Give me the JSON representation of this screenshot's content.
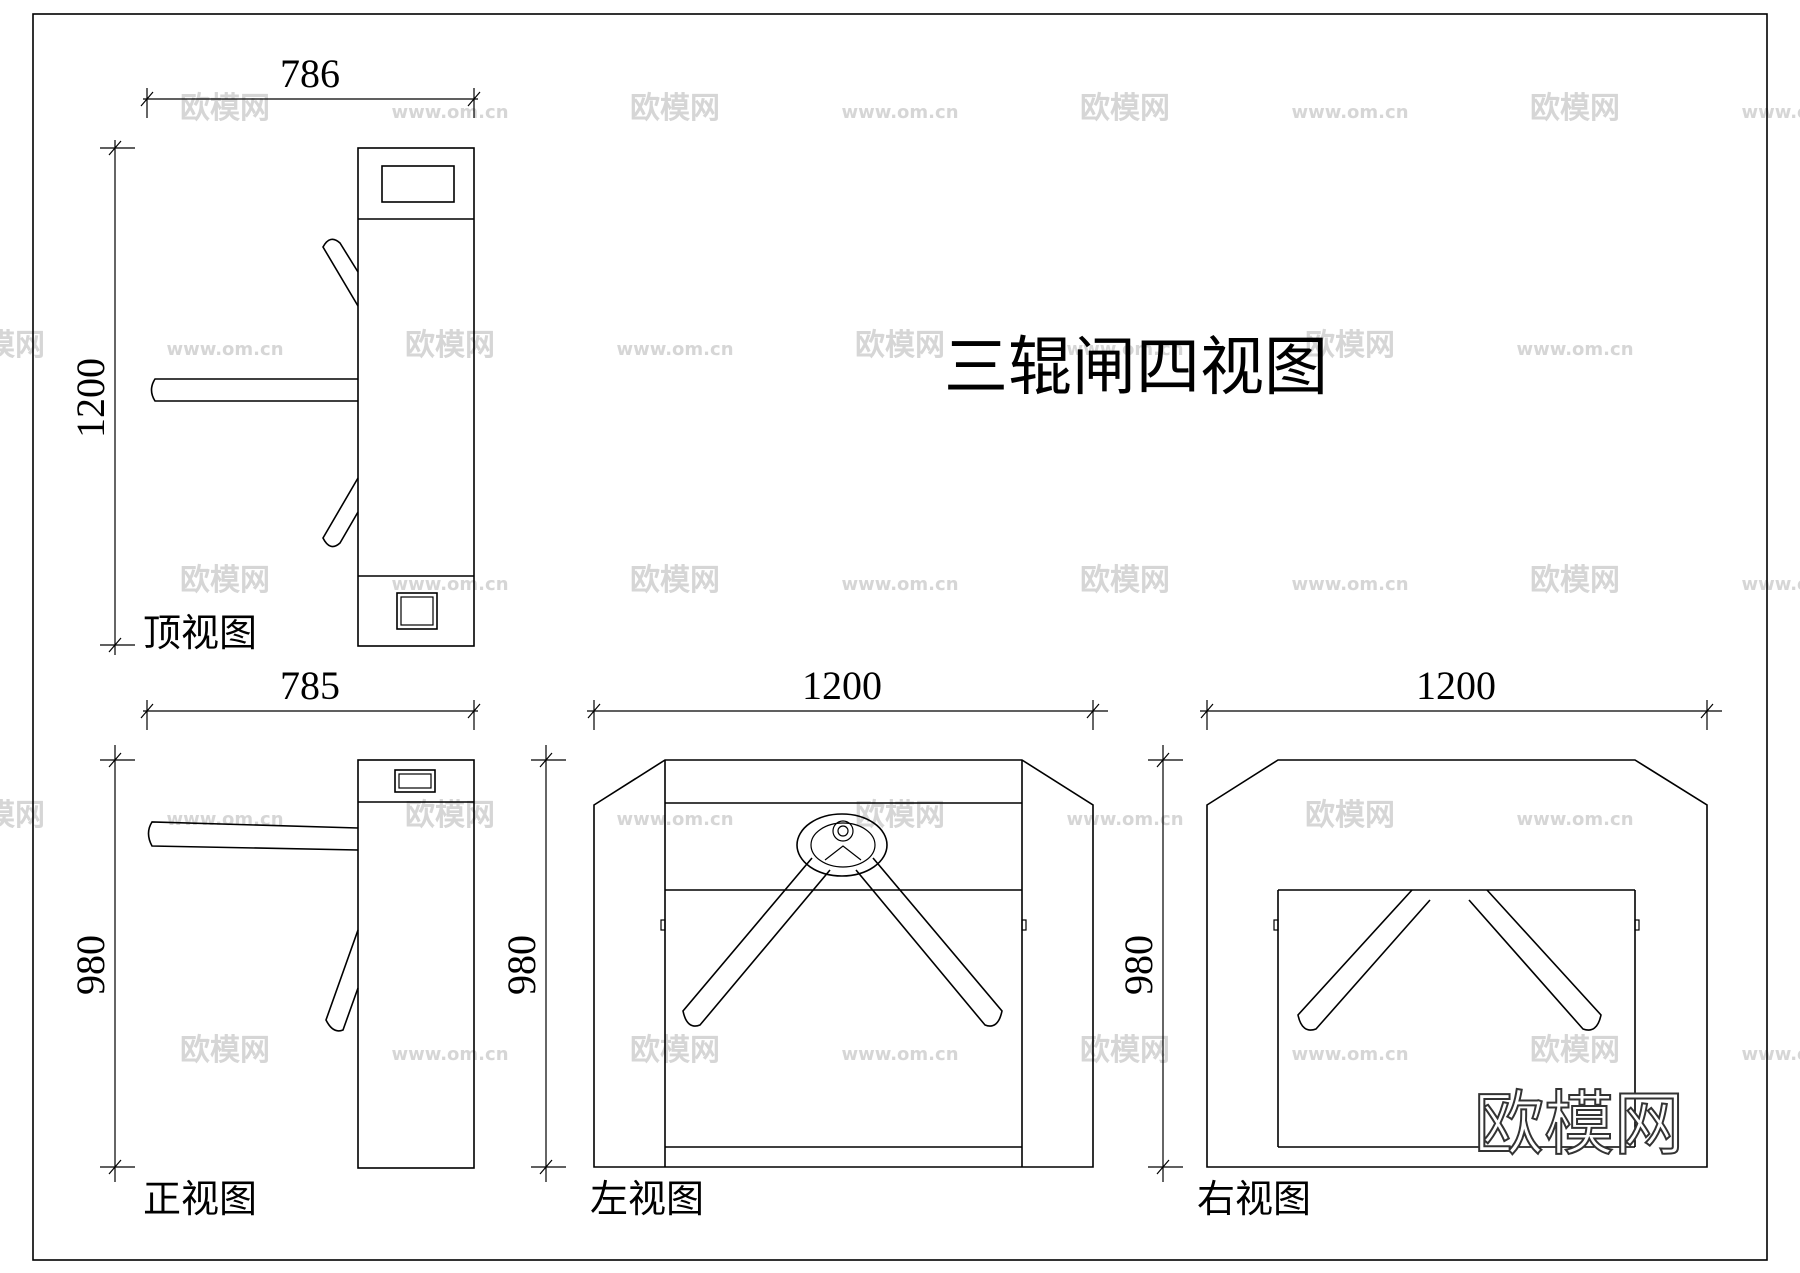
{
  "title": "三辊闸四视图",
  "views": {
    "top": {
      "label": "顶视图",
      "width_dim": "786",
      "height_dim": "1200"
    },
    "front": {
      "label": "正视图",
      "width_dim": "785",
      "height_dim": "980"
    },
    "left": {
      "label": "左视图",
      "width_dim": "1200",
      "height_dim": "980"
    },
    "right": {
      "label": "右视图",
      "width_dim": "1200",
      "height_dim": "980"
    }
  },
  "watermark": {
    "logo": "欧模网",
    "url": "www.om.cn"
  }
}
